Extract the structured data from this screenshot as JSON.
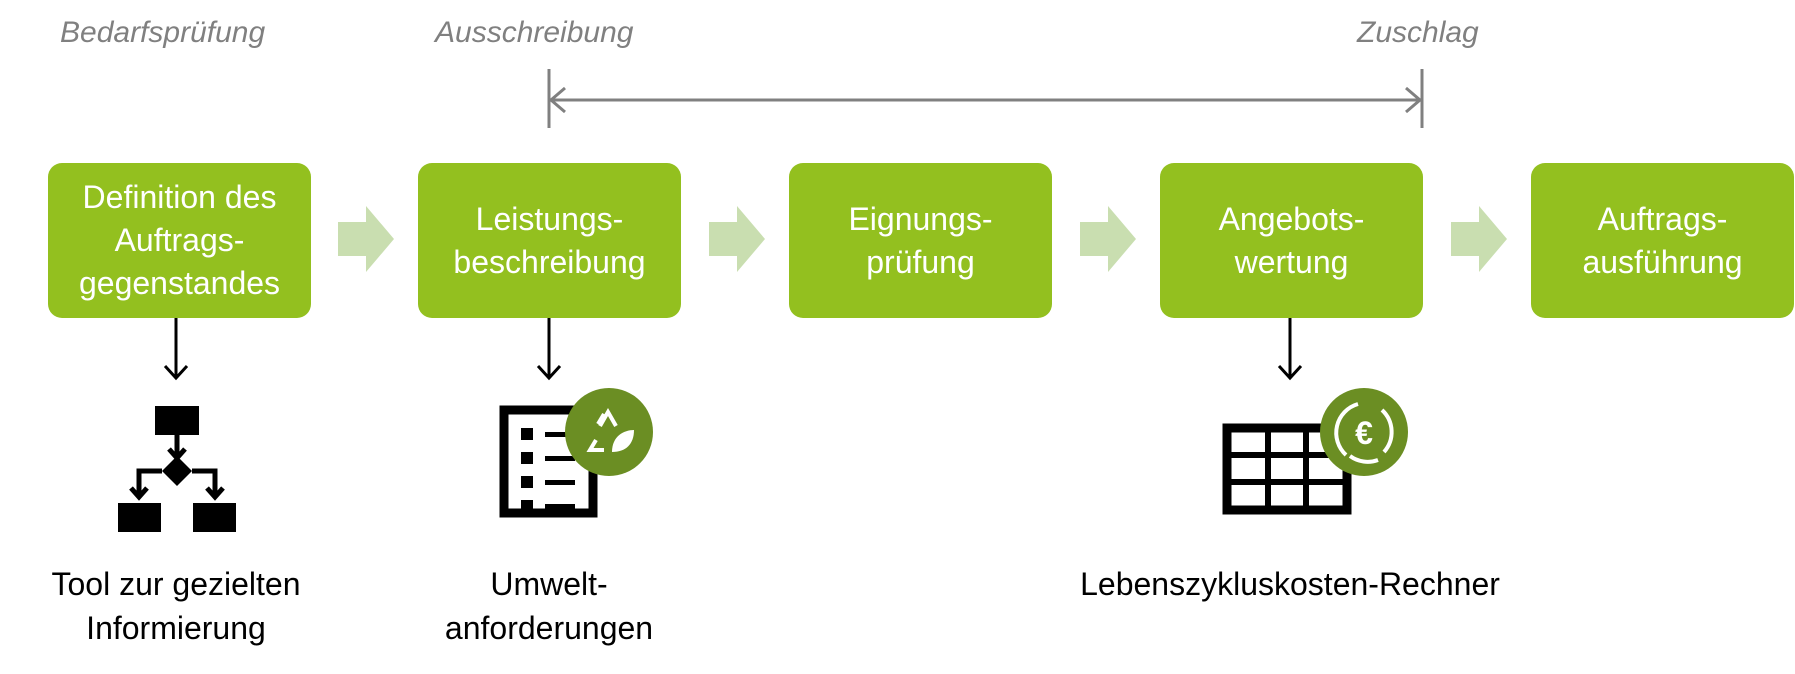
{
  "phases": [
    "Bedarfsprüfung",
    "Ausschreibung",
    "Zuschlag"
  ],
  "steps": [
    {
      "lines": [
        "Definition des",
        "Auftrags-",
        "gegenstandes"
      ]
    },
    {
      "lines": [
        "Leistungs-",
        "beschreibung"
      ]
    },
    {
      "lines": [
        "Eignungs-",
        "prüfung"
      ]
    },
    {
      "lines": [
        "Angebots-",
        "wertung"
      ]
    },
    {
      "lines": [
        "Auftrags-",
        "ausführung"
      ]
    }
  ],
  "tools": [
    {
      "lines": [
        "Tool zur gezielten",
        "Informierung"
      ],
      "icon": "flowchart-icon"
    },
    {
      "lines": [
        "Umwelt-",
        "anforderungen"
      ],
      "icon": "checklist-recycle-icon"
    },
    {
      "lines": [
        "Lebenszykluskosten-Rechner"
      ],
      "icon": "spreadsheet-euro-icon"
    }
  ],
  "colors": {
    "step": "#93C01F",
    "chevron": "#C9DEB0",
    "badge": "#6B8E23",
    "phase": "#808080"
  }
}
